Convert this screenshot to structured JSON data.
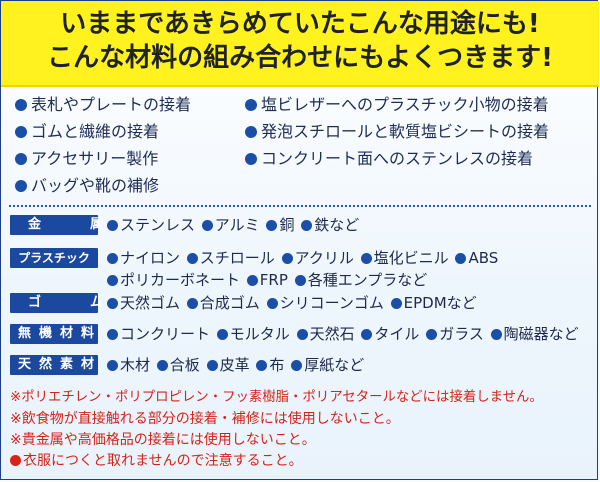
{
  "headline": {
    "line1": "いままであきらめていたこんな用途にも!",
    "line2": "こんな材料の組み合わせにもよくつきます!"
  },
  "uses": [
    "表札やプレートの接着",
    "ゴムと繊維の接着",
    "アクセサリー製作",
    "バッグや靴の補修",
    "塩ビレザーへのプラスチック小物の接着",
    "発泡スチロールと軟質塩ビシートの接着",
    "コンクリート面へのステンレスの接着"
  ],
  "materials": [
    {
      "category": "金　属",
      "items": [
        "ステンレス",
        "アルミ",
        "銅",
        "鉄など"
      ]
    },
    {
      "category": "プラスチック",
      "items": [
        "ナイロン",
        "スチロール",
        "アクリル",
        "塩化ビニル",
        "ABS"
      ],
      "items2": [
        "ポリカーボネート",
        "FRP",
        "各種エンプラなど"
      ]
    },
    {
      "category": "ゴ　ム",
      "items": [
        "天然ゴム",
        "合成ゴム",
        "シリコーンゴム",
        "EPDMなど"
      ]
    },
    {
      "category": "無機材料",
      "items": [
        "コンクリート",
        "モルタル",
        "天然石",
        "タイル",
        "ガラス",
        "陶磁器など"
      ]
    },
    {
      "category": "天然素材",
      "items": [
        "木材",
        "合板",
        "皮革",
        "布",
        "厚紙など"
      ]
    }
  ],
  "notes": [
    "※ポリエチレン・ポリプロピレン・フッ素樹脂・ポリアセタールなどには接着しません。",
    "※飲食物が直接触れる部分の接着・補修には使用しないこと。",
    "※貴金属や高価格品の接着には使用しないこと。",
    "衣服につくと取れませんので注意すること。"
  ],
  "colors": {
    "banner": "#fff21f",
    "accent_blue": "#1c49a0",
    "warning_red": "#d6231a"
  }
}
